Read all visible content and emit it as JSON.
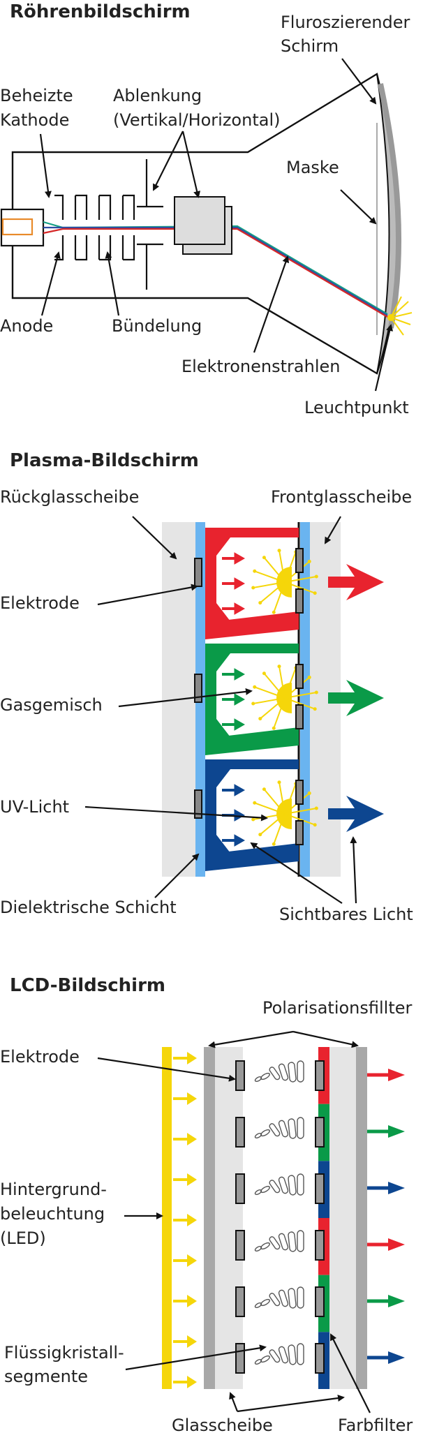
{
  "crt": {
    "title": "Röhrenbildschirm",
    "labels": {
      "screen_1": "Fluroszierender",
      "screen_2": "Schirm",
      "cathode_1": "Beheizte",
      "cathode_2": "Kathode",
      "deflection_1": "Ablenkung",
      "deflection_2": "(Vertikal/Horizontal)",
      "mask": "Maske",
      "anode": "Anode",
      "focusing": "Bündelung",
      "beams": "Elektronenstrahlen",
      "spot": "Leuchtpunkt"
    },
    "beam_colors": [
      "#16a085",
      "#2c4ea3",
      "#d62828"
    ]
  },
  "plasma": {
    "title": "Plasma-Bildschirm",
    "labels": {
      "back_glass": "Rückglasscheibe",
      "front_glass": "Frontglasscheibe",
      "electrode": "Elektrode",
      "gas": "Gasgemisch",
      "uv": "UV-Licht",
      "dielectric": "Dielektrische Schicht",
      "visible": "Sichtbares Licht"
    },
    "cell_colors": [
      "#e8232e",
      "#0a9a48",
      "#0d4690"
    ]
  },
  "lcd": {
    "title": "LCD-Bildschirm",
    "labels": {
      "polarizer": "Polarisationsfillter",
      "electrode": "Elektrode",
      "backlight_1": "Hintergrund-",
      "backlight_2": "beleuchtung",
      "backlight_3": "(LED)",
      "crystal_1": "Flüssigkristall-",
      "crystal_2": "segmente",
      "glass": "Glasscheibe",
      "filter": "Farbfilter"
    },
    "filter_colors": [
      "#e8232e",
      "#0a9a48",
      "#0d4690",
      "#e8232e",
      "#0a9a48",
      "#0d4690"
    ],
    "backlight_color": "#f5d60a"
  }
}
